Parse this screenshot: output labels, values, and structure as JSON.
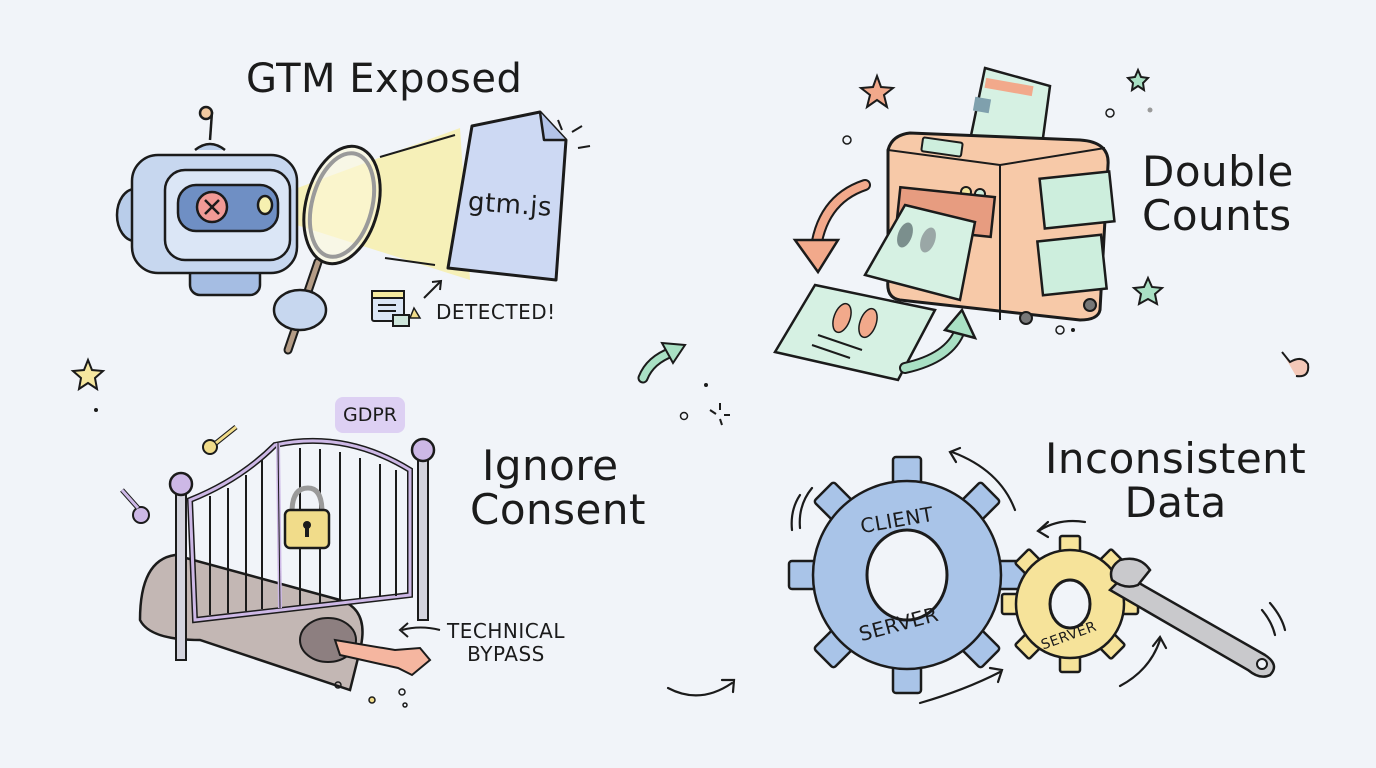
{
  "panels": {
    "gtm": {
      "title": "GTM Exposed",
      "file_label": "gtm.js",
      "status_label": "DETECTED!"
    },
    "double": {
      "title_line1": "Double",
      "title_line2": "Counts"
    },
    "consent": {
      "title_line1": "Ignore",
      "title_line2": "Consent",
      "badge": "GDPR",
      "bypass_line1": "TECHNICAL",
      "bypass_line2": "BYPASS"
    },
    "inconsistent": {
      "title_line1": "Inconsistent",
      "title_line2": "Data",
      "big_gear_top": "CLIENT",
      "big_gear_bottom": "SERVER",
      "small_gear": "SERVER"
    }
  },
  "colors": {
    "background": "#f1f4f9",
    "ink": "#1b1b1b",
    "robot_blue": "#b9cdea",
    "beam_yellow": "#f6f0b0",
    "file_blue": "#cdd9f3",
    "printer_peach": "#f7c9a8",
    "mint": "#cdeedd",
    "gate_purple": "#cdb8e6",
    "lock_yellow": "#f1dc8a",
    "gear_blue": "#a9c4e8",
    "gear_yellow": "#f6e39a"
  }
}
